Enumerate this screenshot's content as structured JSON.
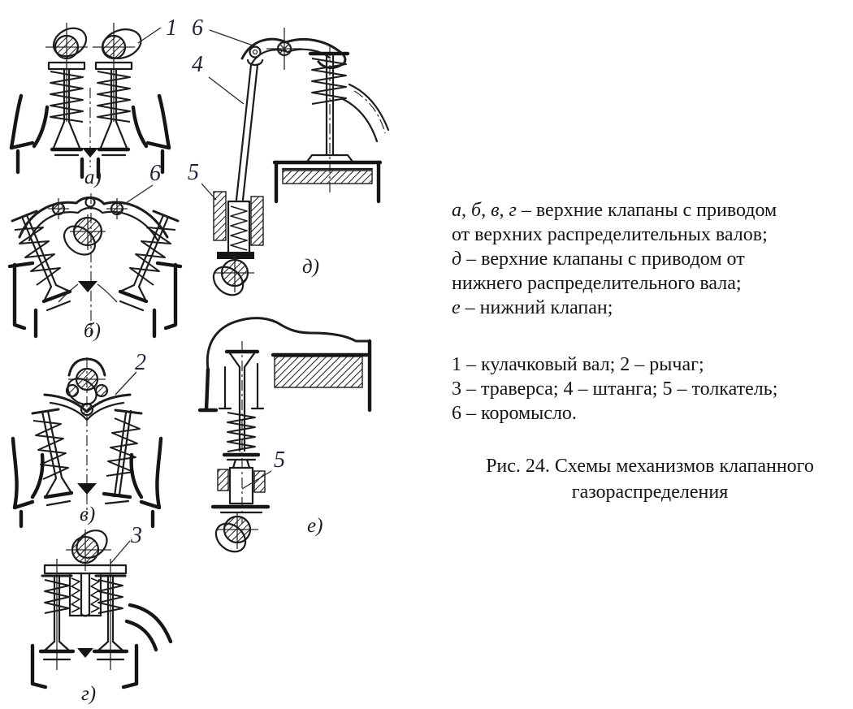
{
  "figure": {
    "callouts": {
      "n1": "1",
      "n2": "2",
      "n3": "3",
      "n4": "4",
      "n5": "5",
      "n6": "6"
    },
    "diagram_labels": {
      "a": "а)",
      "b": "б)",
      "v": "в)",
      "g": "г)",
      "d": "д)",
      "e": "е)"
    }
  },
  "legend": {
    "lines": [
      {
        "em": "а, б, в, г",
        "rest": " – верхние клапаны с приводом"
      },
      {
        "em": "",
        "rest": "от верхних распределительных валов;"
      },
      {
        "em": "д",
        "rest": " – верхние клапаны с приводом от"
      },
      {
        "em": "",
        "rest": "нижнего распределительного вала;"
      },
      {
        "em": "е",
        "rest": " – нижний клапан;"
      }
    ]
  },
  "parts_list": {
    "lines": [
      "1 – кулачковый вал; 2 – рычаг;",
      "3 – траверса; 4 – штанга; 5 – толкатель;",
      "6 – коромысло."
    ]
  },
  "caption": {
    "line1": "Рис. 24. Схемы механизмов клапанного",
    "line2": "газораспределения"
  }
}
